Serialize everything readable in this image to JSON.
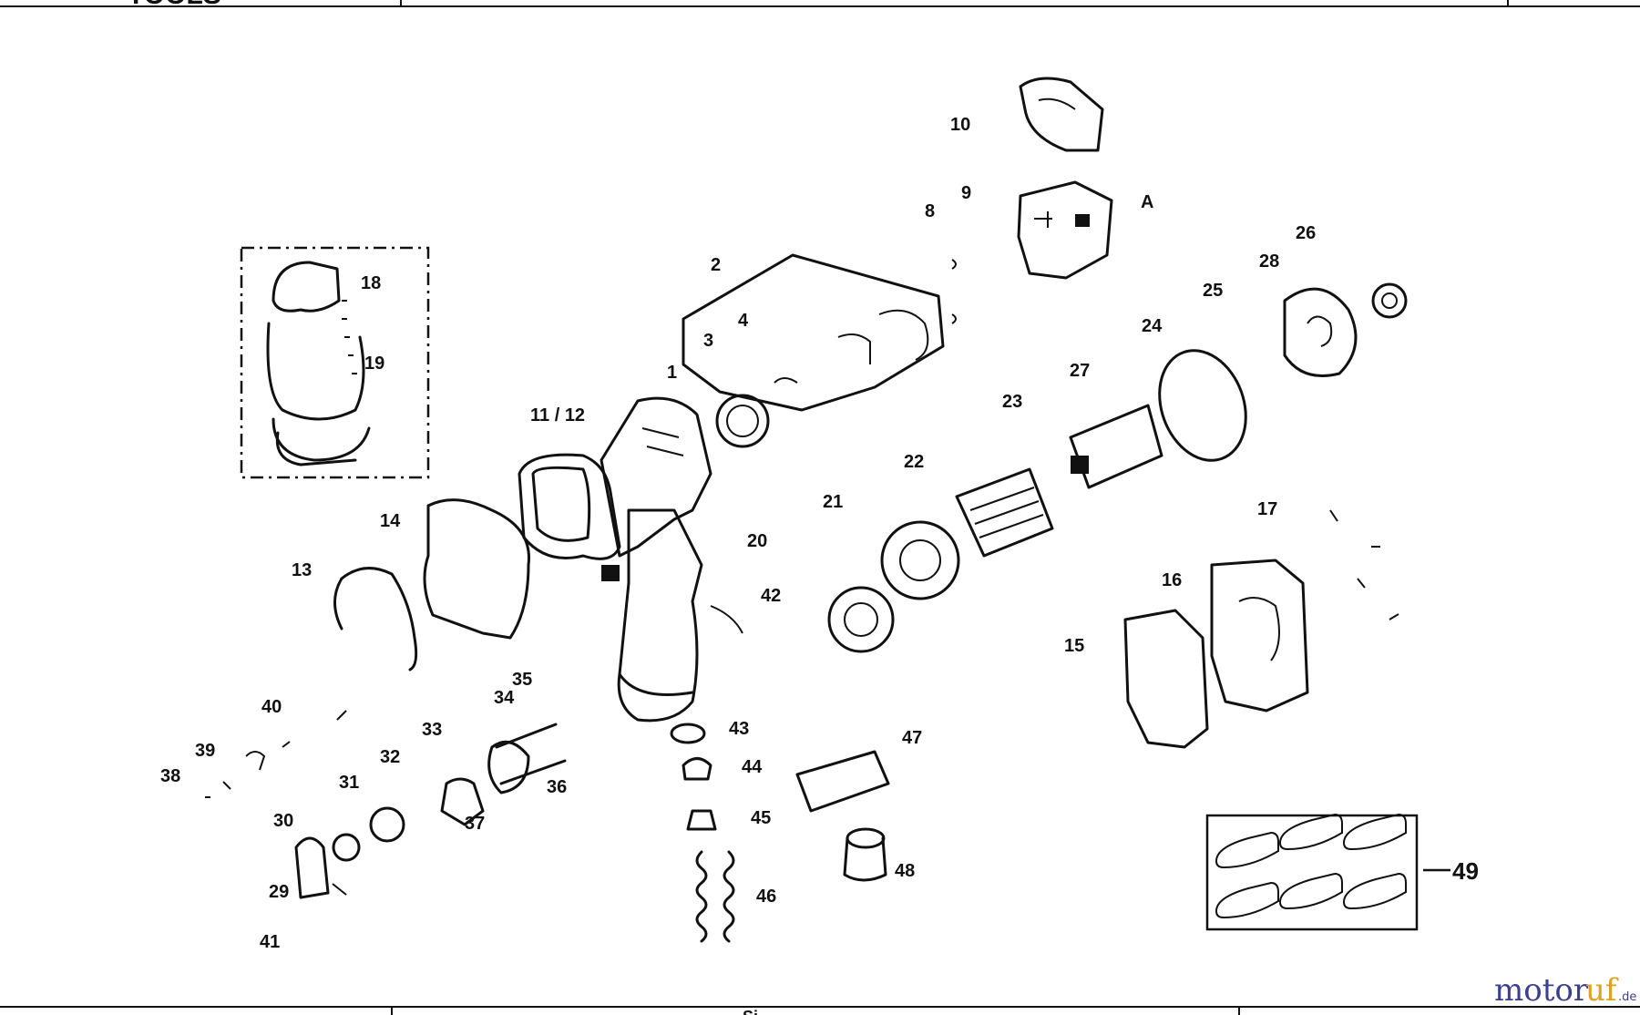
{
  "header_fragment": "TOOLS",
  "footer_fragment": "Si",
  "watermark": {
    "part1": "motor",
    "part2": "uf",
    "suffix": ".de"
  },
  "callouts": {
    "c1": "1",
    "c2": "2",
    "c3": "3",
    "c4": "4",
    "c8": "8",
    "c9": "9",
    "c10": "10",
    "c11_12": "11 / 12",
    "c13": "13",
    "c14": "14",
    "c15": "15",
    "c16": "16",
    "c17": "17",
    "c18": "18",
    "c19": "19",
    "c20": "20",
    "c21": "21",
    "c22": "22",
    "c23": "23",
    "c24": "24",
    "c25": "25",
    "c26": "26",
    "c27": "27",
    "c28": "28",
    "c29": "29",
    "c30": "30",
    "c31": "31",
    "c32": "32",
    "c33": "33",
    "c34": "34",
    "c35": "35",
    "c36": "36",
    "c37": "37",
    "c38": "38",
    "c39": "39",
    "c40": "40",
    "c41": "41",
    "c42": "42",
    "c43": "43",
    "c44": "44",
    "c45": "45",
    "c46": "46",
    "c47": "47",
    "c48": "48",
    "c49": "49",
    "cA": "A"
  }
}
